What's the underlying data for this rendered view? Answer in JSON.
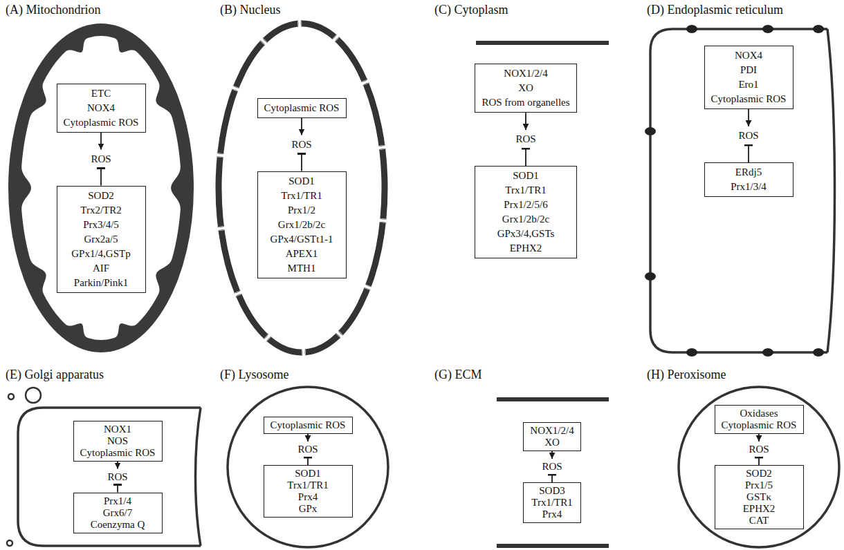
{
  "diagram": {
    "nodes": [
      {
        "text": [
          "(A) Mitochondrion"
        ]
      },
      {
        "text": [
          "ETC",
          "NOX4",
          "Cytoplasmic ROS"
        ],
        "in": 0
      },
      {
        "text": [
          "ROS"
        ],
        "in": 0
      },
      {
        "text": [
          "SOD2",
          "Trx2/TR2",
          "Prx3/4/5",
          "Grx2a/5",
          "GPx1/4,GSTp",
          "AIF",
          "Parkin/Pink1"
        ],
        "in": 0
      },
      {
        "text": [
          "(B) Nucleus"
        ]
      },
      {
        "text": [
          "Cytoplasmic ROS"
        ],
        "in": 4
      },
      {
        "text": [
          "ROS"
        ],
        "in": 4
      },
      {
        "text": [
          "SOD1",
          "Trx1/TR1",
          "Prx1/2",
          "Grx1/2b/2c",
          "GPx4/GSTt1-1",
          "APEX1",
          "MTH1"
        ],
        "in": 4
      },
      {
        "text": [
          "(C) Cytoplasm"
        ]
      },
      {
        "text": [
          "NOX1/2/4",
          "XO",
          "ROS from organelles"
        ],
        "in": 8
      },
      {
        "text": [
          "ROS"
        ],
        "in": 8
      },
      {
        "text": [
          "SOD1",
          "Trx1/TR1",
          "Prx1/2/5/6",
          "Grx1/2b/2c",
          "GPx3/4,GSTs",
          "EPHX2"
        ],
        "in": 8
      },
      {
        "text": [
          "(D) Endoplasmic reticulum"
        ]
      },
      {
        "text": [
          "NOX4",
          "PDI",
          "Ero1",
          "Cytoplasmic ROS"
        ],
        "in": 12
      },
      {
        "text": [
          "ROS"
        ],
        "in": 12
      },
      {
        "text": [
          "ERdj5",
          "Prx1/3/4"
        ],
        "in": 12
      },
      {
        "text": [
          "(E) Golgi apparatus"
        ]
      },
      {
        "text": [
          "NOX1",
          "NOS",
          "Cytoplasmic ROS"
        ],
        "in": 16
      },
      {
        "text": [
          "ROS"
        ],
        "in": 16
      },
      {
        "text": [
          "Prx1/4",
          "Grx6/7",
          "Coenzyma Q"
        ],
        "in": 16
      },
      {
        "text": [
          "(F) Lysosome"
        ]
      },
      {
        "text": [
          "Cytoplasmic ROS"
        ],
        "in": 20
      },
      {
        "text": [
          "ROS"
        ],
        "in": 20
      },
      {
        "text": [
          "SOD1",
          "Trx1/TR1",
          "Prx4",
          "GPx"
        ],
        "in": 20
      },
      {
        "text": [
          "(G) ECM"
        ]
      },
      {
        "text": [
          "NOX1/2/4",
          "XO"
        ],
        "in": 24
      },
      {
        "text": [
          "ROS"
        ],
        "in": 24
      },
      {
        "text": [
          "SOD3",
          "Trx1/TR1",
          "Prx4"
        ],
        "in": 24
      },
      {
        "text": [
          "(H) Peroxisome"
        ]
      },
      {
        "text": [
          "Oxidases",
          "Cytoplasmic ROS"
        ],
        "in": 28
      },
      {
        "text": [
          "ROS"
        ],
        "in": 28
      },
      {
        "text": [
          "SOD2",
          "Prx1/5",
          "GSTκ",
          "EPHX2",
          "CAT"
        ],
        "in": 28
      }
    ],
    "edges": [
      {
        "from": 1,
        "to": 2,
        "arrow": "to"
      },
      {
        "from": 3,
        "to": 2,
        "arrow": "to"
      },
      {
        "from": 5,
        "to": 6,
        "arrow": "to"
      },
      {
        "from": 7,
        "to": 6,
        "arrow": "to"
      },
      {
        "from": 9,
        "to": 10,
        "arrow": "to"
      },
      {
        "from": 11,
        "to": 10,
        "arrow": "to"
      },
      {
        "from": 13,
        "to": 14,
        "arrow": "to"
      },
      {
        "from": 15,
        "to": 14,
        "arrow": "to"
      },
      {
        "from": 17,
        "to": 18,
        "arrow": "to"
      },
      {
        "from": 19,
        "to": 18,
        "arrow": "to"
      },
      {
        "from": 21,
        "to": 22,
        "arrow": "to"
      },
      {
        "from": 23,
        "to": 22,
        "arrow": "to"
      },
      {
        "from": 25,
        "to": 26,
        "arrow": "to"
      },
      {
        "from": 27,
        "to": 26,
        "arrow": "to"
      },
      {
        "from": 29,
        "to": 30,
        "arrow": "to"
      },
      {
        "from": 31,
        "to": 30,
        "arrow": "to"
      }
    ]
  }
}
